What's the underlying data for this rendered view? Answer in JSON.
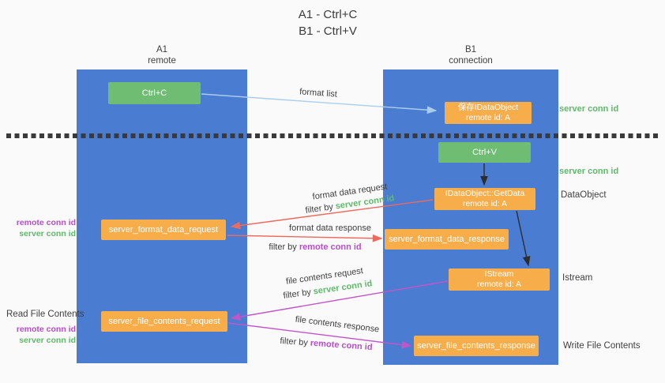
{
  "title": {
    "line1": "A1 - Ctrl+C",
    "line2": "B1 - Ctrl+V"
  },
  "lanes": {
    "a": {
      "header_line1": "A1",
      "header_line2": "remote"
    },
    "b": {
      "header_line1": "B1",
      "header_line2": "connection"
    }
  },
  "nodes": {
    "ctrl_c": "Ctrl+C",
    "ctrl_v": "Ctrl+V",
    "save_idataobject": {
      "line1": "保存IDataObject",
      "line2": "remote id: A"
    },
    "getdata": {
      "line1": "IDataObject::GetData",
      "line2": "remote id: A"
    },
    "istream": {
      "line1": "IStream",
      "line2": "remote id: A"
    },
    "format_request": "server_format_data_request",
    "format_response": "server_format_data_response",
    "file_request": "server_file_contents_request",
    "file_response": "server_file_contents_response"
  },
  "arrow_labels": {
    "format_list": "format list",
    "format_data_request": "format data request",
    "format_data_response": "format data response",
    "file_contents_request": "file contents request",
    "file_contents_response": "file contents response",
    "filter_by": "filter by",
    "server_conn_id": "server conn id",
    "remote_conn_id": "remote conn id"
  },
  "side_labels": {
    "server_conn_id_top": "server conn id",
    "server_conn_id_mid": "server conn id",
    "dataobject": "DataObject",
    "istream": "Istream",
    "write_file_contents": "Write File Contents",
    "read_file_contents": "Read File Contents",
    "remote_conn_id": "remote conn id",
    "server_conn_id": "server conn id"
  },
  "colors": {
    "lane_blue": "#4a7cd2",
    "box_green": "#6ebd72",
    "box_orange": "#f8ad4b",
    "arrow_lightblue": "#a9cdec",
    "arrow_red": "#ec6a5e",
    "arrow_magenta": "#c255c8",
    "arrow_black": "#2d2d2d",
    "text_green": "#5eba68",
    "text_purple": "#b44fc8",
    "text_dark": "#3f3f3f"
  }
}
